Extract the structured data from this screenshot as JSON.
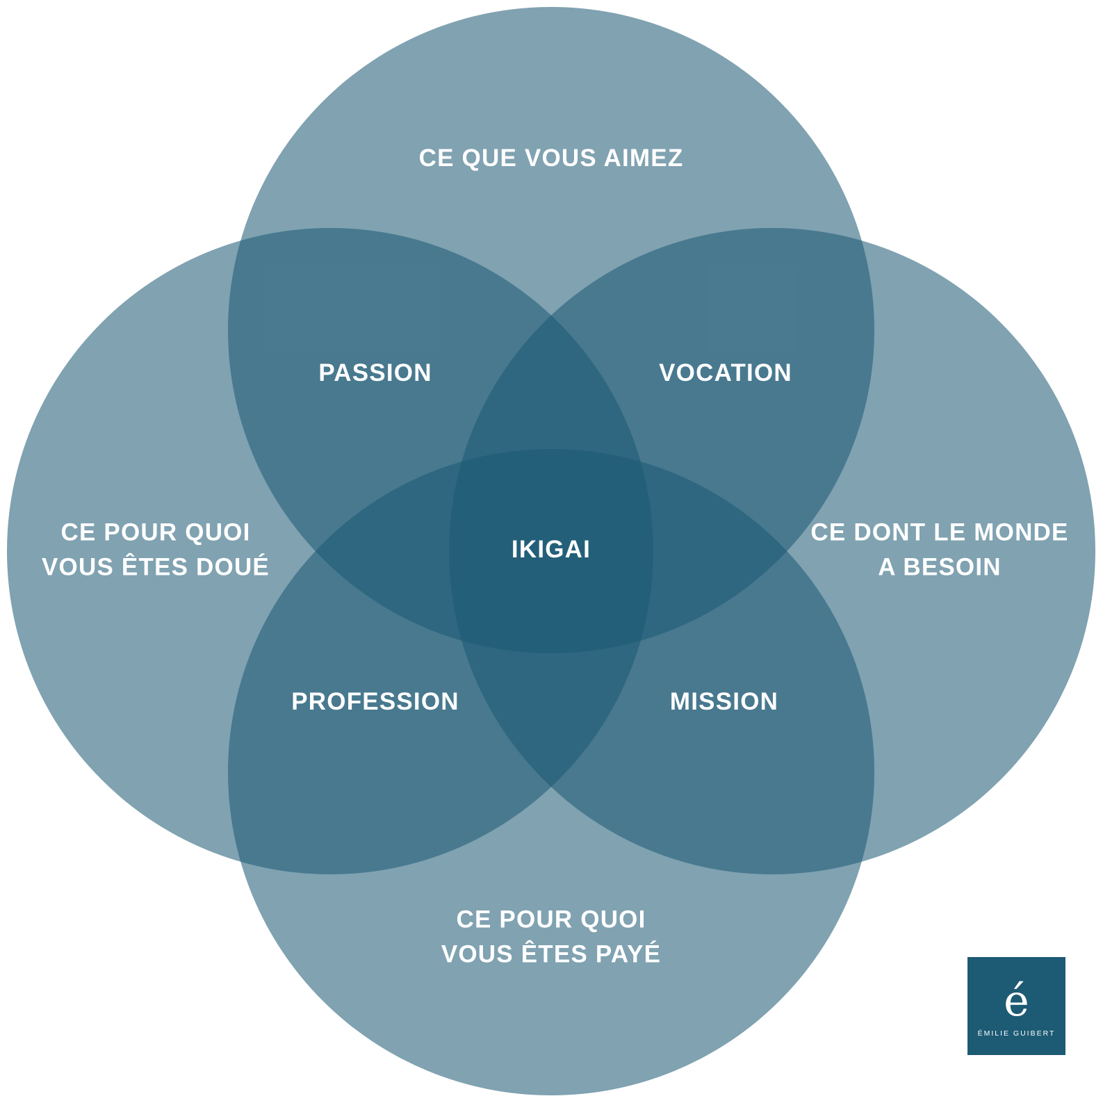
{
  "diagram": {
    "type": "venn-ikigai",
    "outer_labels": {
      "top": "CE QUE VOUS AIMEZ",
      "left": [
        "CE POUR QUOI",
        "VOUS ÊTES DOUÉ"
      ],
      "right": [
        "CE DONT LE MONDE",
        "A BESOIN"
      ],
      "bottom": [
        "CE POUR QUOI",
        "VOUS ÊTES PAYÉ"
      ]
    },
    "intersections": {
      "passion": "PASSION",
      "vocation": "VOCATION",
      "profession": "PROFESSION",
      "mission": "MISSION",
      "center": "IKIGAI"
    },
    "colors": {
      "circle_base": "#1d5a74",
      "circle_single": "#7fa0b0",
      "circle_center": "#27607a",
      "background": "#ffffff",
      "text": "#ffffff"
    }
  },
  "logo": {
    "mark": "é",
    "name": "ÉMILIE GUIBERT",
    "background": "#1d5a74"
  }
}
